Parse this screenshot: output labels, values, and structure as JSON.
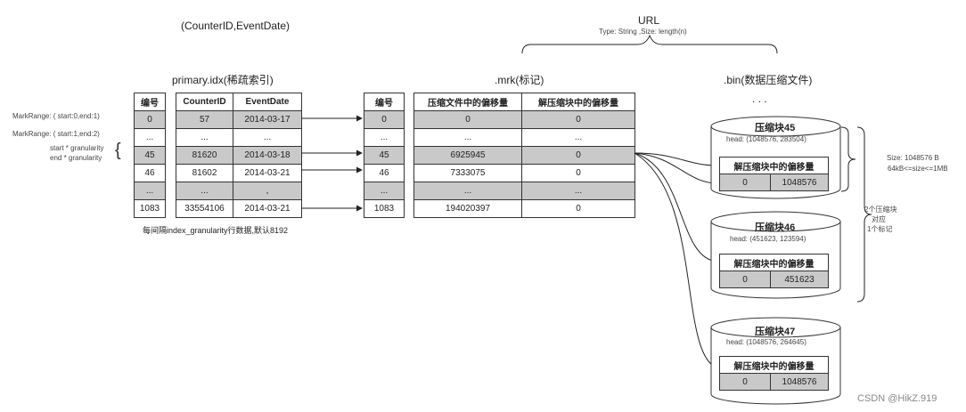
{
  "header": {
    "key_label": "(CounterID,EventDate)",
    "url_title": "URL",
    "url_subtitle": "Type: String ,Size: length(n)",
    "primary_idx_title": "primary.idx(稀疏索引)",
    "mrk_title": ".mrk(标记)",
    "bin_title": ".bin(数据压缩文件)",
    "bin_ellipsis": ". . ."
  },
  "annotations": {
    "markrange_0": "MarkRange: ( start:0,end:1)",
    "markrange_1": "MarkRange: ( start:1,end:2)",
    "start_gran": "start * granularity",
    "end_gran": "end  * granularity",
    "granularity_note": "每间隔index_granularity行数据,默认8192",
    "size_line1": "Size: 1048576 B",
    "size_line2": "64kB<=size<=1MB",
    "block_note_1": "2个压缩块",
    "block_note_2": "对应",
    "block_note_3": "1个标记",
    "watermark": "CSDN @HikZ.919"
  },
  "primary_table": {
    "headers": [
      "编号",
      "CounterID",
      "EventDate"
    ],
    "rows": [
      [
        "0",
        "57",
        "2014-03-17"
      ],
      [
        "...",
        "...",
        "..."
      ],
      [
        "45",
        "81620",
        "2014-03-18"
      ],
      [
        "46",
        "81602",
        "2014-03-21"
      ],
      [
        "...",
        "...",
        ","
      ],
      [
        "1083",
        "33554106",
        "2014-03-21"
      ]
    ]
  },
  "mrk_table": {
    "headers": [
      "编号",
      "压缩文件中的偏移量",
      "解压缩块中的偏移量"
    ],
    "rows": [
      [
        "0",
        "0",
        "0"
      ],
      [
        "...",
        "...",
        "..."
      ],
      [
        "45",
        "6925945",
        "0"
      ],
      [
        "46",
        "7333075",
        "0"
      ],
      [
        "...",
        "...",
        "..."
      ],
      [
        "1083",
        "194020397",
        "0"
      ]
    ]
  },
  "blocks": [
    {
      "title": "压缩块45",
      "head": "head: (1048576, 283504)",
      "inner_header": "解压缩块中的偏移量",
      "v0": "0",
      "v1": "1048576"
    },
    {
      "title": "压缩块46",
      "head": "head: (451623, 123594)",
      "inner_header": "解压缩块中的偏移量",
      "v0": "0",
      "v1": "451623"
    },
    {
      "title": "压缩块47",
      "head": "head: (1048576, 264645)",
      "inner_header": "解压缩块中的偏移量",
      "v0": "0",
      "v1": "1048576"
    }
  ]
}
